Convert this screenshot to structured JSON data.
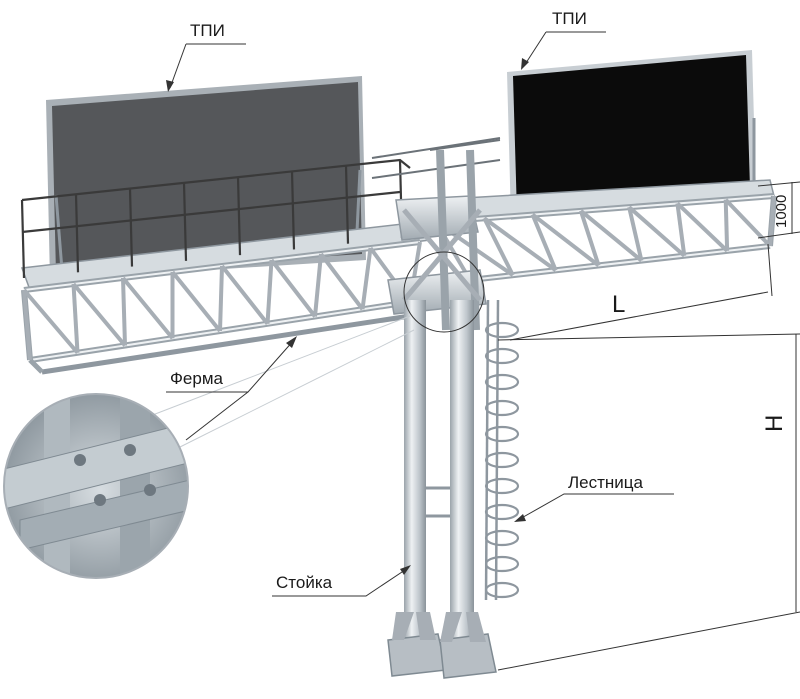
{
  "labels": {
    "tpi_left": "ТПИ",
    "tpi_right": "ТПИ",
    "ferma": "Ферма",
    "lestnitsa": "Лестница",
    "stoyka": "Стойка"
  },
  "dimensions": {
    "height_1000": "1000",
    "length": "L",
    "height": "H"
  },
  "colors": {
    "steel": "#c9d0d6",
    "steel_dark": "#8e979f",
    "steel_light": "#e9edf0",
    "panel_left": "#55575a",
    "panel_right": "#0b0b0b",
    "frame": "#a7aeb5",
    "railing": "#3a3a3a",
    "leader": "#333333"
  }
}
